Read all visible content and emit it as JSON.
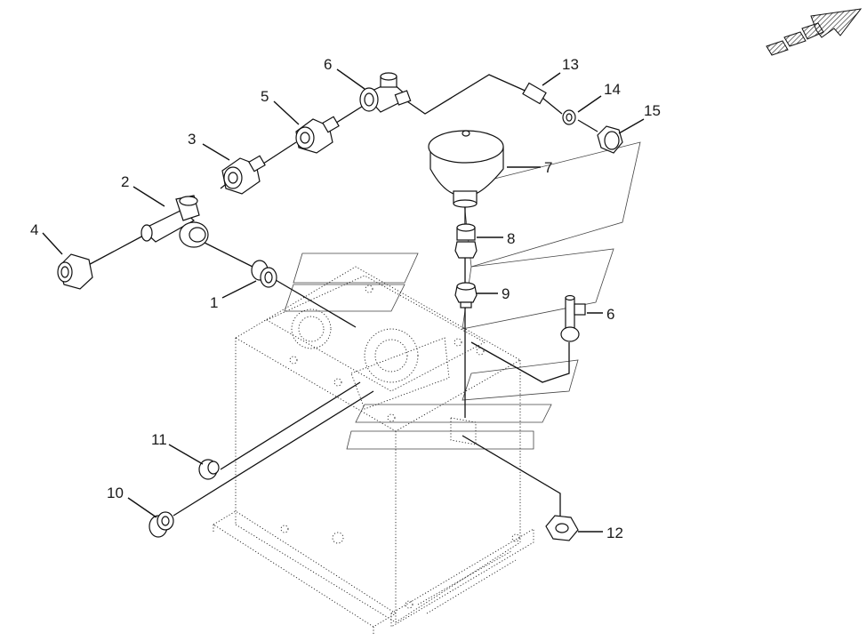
{
  "diagram": {
    "callouts": [
      {
        "id": "c1",
        "label": "1"
      },
      {
        "id": "c2",
        "label": "2"
      },
      {
        "id": "c3",
        "label": "3"
      },
      {
        "id": "c4",
        "label": "4"
      },
      {
        "id": "c5",
        "label": "5"
      },
      {
        "id": "c6a",
        "label": "6"
      },
      {
        "id": "c6b",
        "label": "6"
      },
      {
        "id": "c7",
        "label": "7"
      },
      {
        "id": "c8",
        "label": "8"
      },
      {
        "id": "c9",
        "label": "9"
      },
      {
        "id": "c10",
        "label": "10"
      },
      {
        "id": "c11",
        "label": "11"
      },
      {
        "id": "c12",
        "label": "12"
      },
      {
        "id": "c13",
        "label": "13"
      },
      {
        "id": "c14",
        "label": "14"
      },
      {
        "id": "c15",
        "label": "15"
      }
    ],
    "orientation_icon": "direction-arrow-icon",
    "colors": {
      "line": "#111111",
      "background": "#ffffff",
      "metal_fill": "#ffffff"
    }
  }
}
